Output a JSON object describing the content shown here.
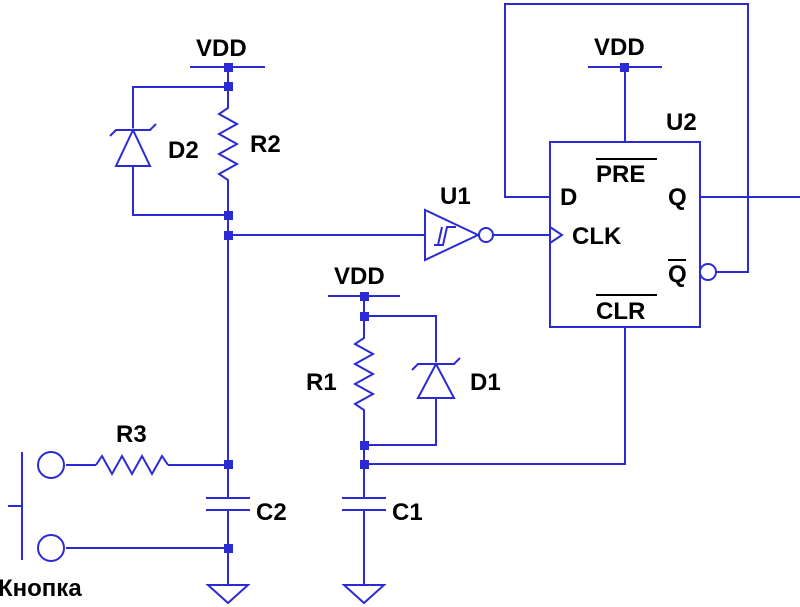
{
  "labels": {
    "vdd": "VDD",
    "r1": "R1",
    "r2": "R2",
    "r3": "R3",
    "d1": "D1",
    "d2": "D2",
    "c1": "C1",
    "c2": "C2",
    "u1": "U1",
    "u2": "U2",
    "pin_d": "D",
    "pin_clk": "CLK",
    "pin_q": "Q",
    "pin_qbar": "Q",
    "pin_pre": "PRE",
    "pin_clr": "CLR",
    "button": "Кнопка"
  },
  "colors": {
    "wire": "#2b2bd6",
    "text": "#000000",
    "background": "#ffffff"
  }
}
